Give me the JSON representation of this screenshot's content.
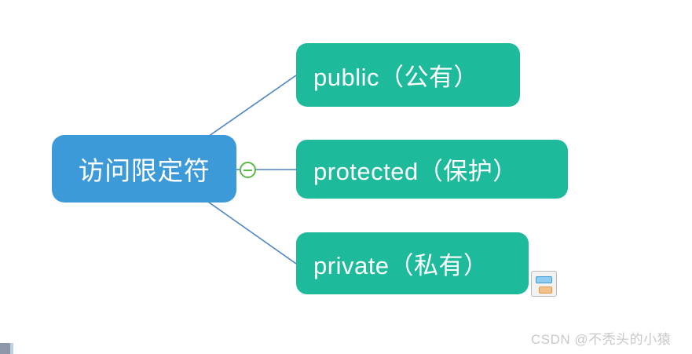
{
  "diagram": {
    "type": "mindmap",
    "title": "访问限定符",
    "background_color": "#ffffff",
    "root": {
      "id": "root",
      "label": "访问限定符",
      "fill_color": "#3d9ad9",
      "text_color": "#ffffff"
    },
    "children": [
      {
        "id": "public",
        "label": "public（公有）",
        "keyword": "public",
        "translation": "公有",
        "fill_color": "#1dba9b",
        "text_color": "#ffffff"
      },
      {
        "id": "protected",
        "label": "protected（保护）",
        "keyword": "protected",
        "translation": "保护",
        "fill_color": "#1dba9b",
        "text_color": "#ffffff"
      },
      {
        "id": "private",
        "label": "private（私有）",
        "keyword": "private",
        "translation": "私有",
        "fill_color": "#1dba9b",
        "text_color": "#ffffff"
      }
    ],
    "connector_color": "#4a84c4"
  },
  "controls": {
    "collapse_toggle": {
      "name": "collapse-branch-toggle",
      "state": "expanded",
      "glyph": "minus",
      "color": "#59b943"
    },
    "layout_button": {
      "name": "layout-template-button",
      "top_bar_color": "#8ecdf0",
      "bottom_bar_color": "#f2c089"
    }
  },
  "watermark": {
    "text": "CSDN @不秃头的小猿",
    "color": "#c8c8c8"
  }
}
